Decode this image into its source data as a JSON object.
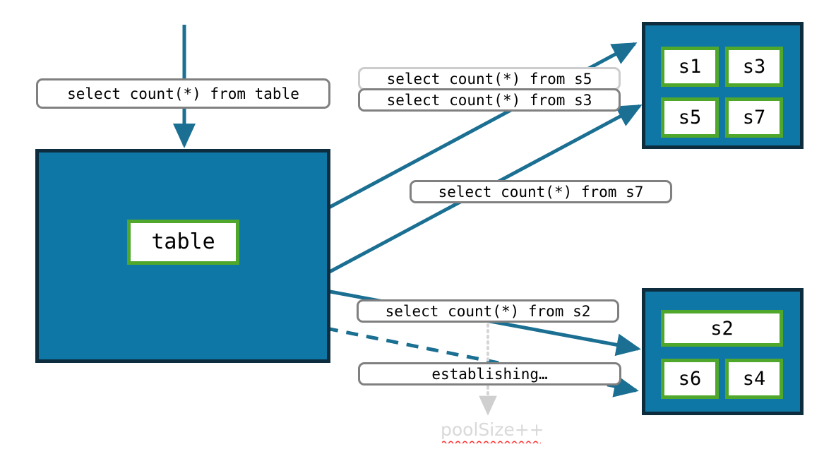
{
  "diagram": {
    "title": "connection-pool-query-routing",
    "colors": {
      "pool_fill": "#0f77a5",
      "pool_border": "#0d2d3f",
      "node_border": "#4fa72b",
      "arrow": "#1a6f92",
      "pill_border": "#808080",
      "pill_border_faded": "#cccccc",
      "annotation_text": "#d9d9d9",
      "spellcheck_underline": "#ff0000",
      "background": "#ffffff"
    },
    "source_query": {
      "label": "select count(*) from table"
    },
    "table_container": {
      "node_label": "table"
    },
    "queries": [
      {
        "id": "q-s5",
        "label": "select count(*) from s5",
        "style": "faded"
      },
      {
        "id": "q-s3",
        "label": "select count(*) from s3",
        "style": "normal"
      },
      {
        "id": "q-s7",
        "label": "select count(*) from s7",
        "style": "normal"
      },
      {
        "id": "q-s2",
        "label": "select count(*) from s2",
        "style": "normal"
      },
      {
        "id": "q-establishing",
        "label": "establishing…",
        "style": "normal"
      }
    ],
    "pool_top": {
      "name": "server-pool-top",
      "servers": [
        "s1",
        "s3",
        "s5",
        "s7"
      ]
    },
    "pool_bottom": {
      "name": "server-pool-bottom",
      "servers": [
        "s2",
        "s6",
        "s4"
      ]
    },
    "annotation": {
      "text": "poolSize++"
    }
  }
}
